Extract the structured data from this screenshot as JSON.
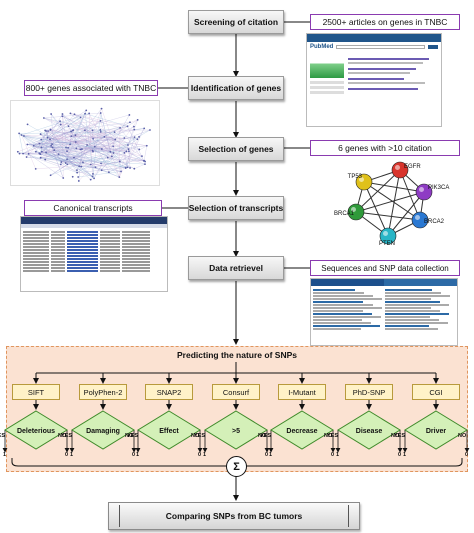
{
  "steps": {
    "screening": "Screening of citation",
    "identification": "Identification of genes",
    "selection_genes": "Selection of genes",
    "selection_transcripts": "Selection of transcripts",
    "retrieval": "Data retrievel"
  },
  "notes": {
    "articles": "2500+ articles on genes in TNBC",
    "genes800": "800+ genes associated with TNBC",
    "genes6": "6 genes with >10 citation",
    "canonical": "Canonical transcripts",
    "snp_data": "Sequences and SNP data collection"
  },
  "network": {
    "genes": [
      "EGFR",
      "TP53",
      "PIK3CA",
      "BRCA1",
      "BRCA2",
      "PTEN"
    ],
    "node_colors": [
      "#d8342c",
      "#e0c11a",
      "#8e3bc4",
      "#2f9a3a",
      "#2a78d2",
      "#28b5c6"
    ]
  },
  "thumbnail_text": {
    "pubmed": "PubMed"
  },
  "predicting": {
    "title": "Predicting the nature of SNPs",
    "tools": [
      {
        "name": "SIFT",
        "prediction": "Deleterious"
      },
      {
        "name": "PolyPhen-2",
        "prediction": "Damaging"
      },
      {
        "name": "SNAP2",
        "prediction": "Effect"
      },
      {
        "name": "Consurf",
        "prediction": ">5"
      },
      {
        "name": "I-Mutant",
        "prediction": "Decrease"
      },
      {
        "name": "PhD-SNP",
        "prediction": "Disease"
      },
      {
        "name": "CGI",
        "prediction": "Driver"
      }
    ],
    "yes": "YES",
    "no": "NO",
    "yes_value": "1",
    "no_value": "0",
    "sum_symbol": "Σ"
  },
  "final": "Comparing SNPs from BC tumors",
  "colors": {
    "note_border": "#8a3bb0",
    "tool_fill": "#fff2c8",
    "diamond_fill": "#d4f0b8",
    "diamond_stroke": "#3f8a2a",
    "region_fill": "#fbe2d2",
    "region_border": "#e0955e"
  }
}
